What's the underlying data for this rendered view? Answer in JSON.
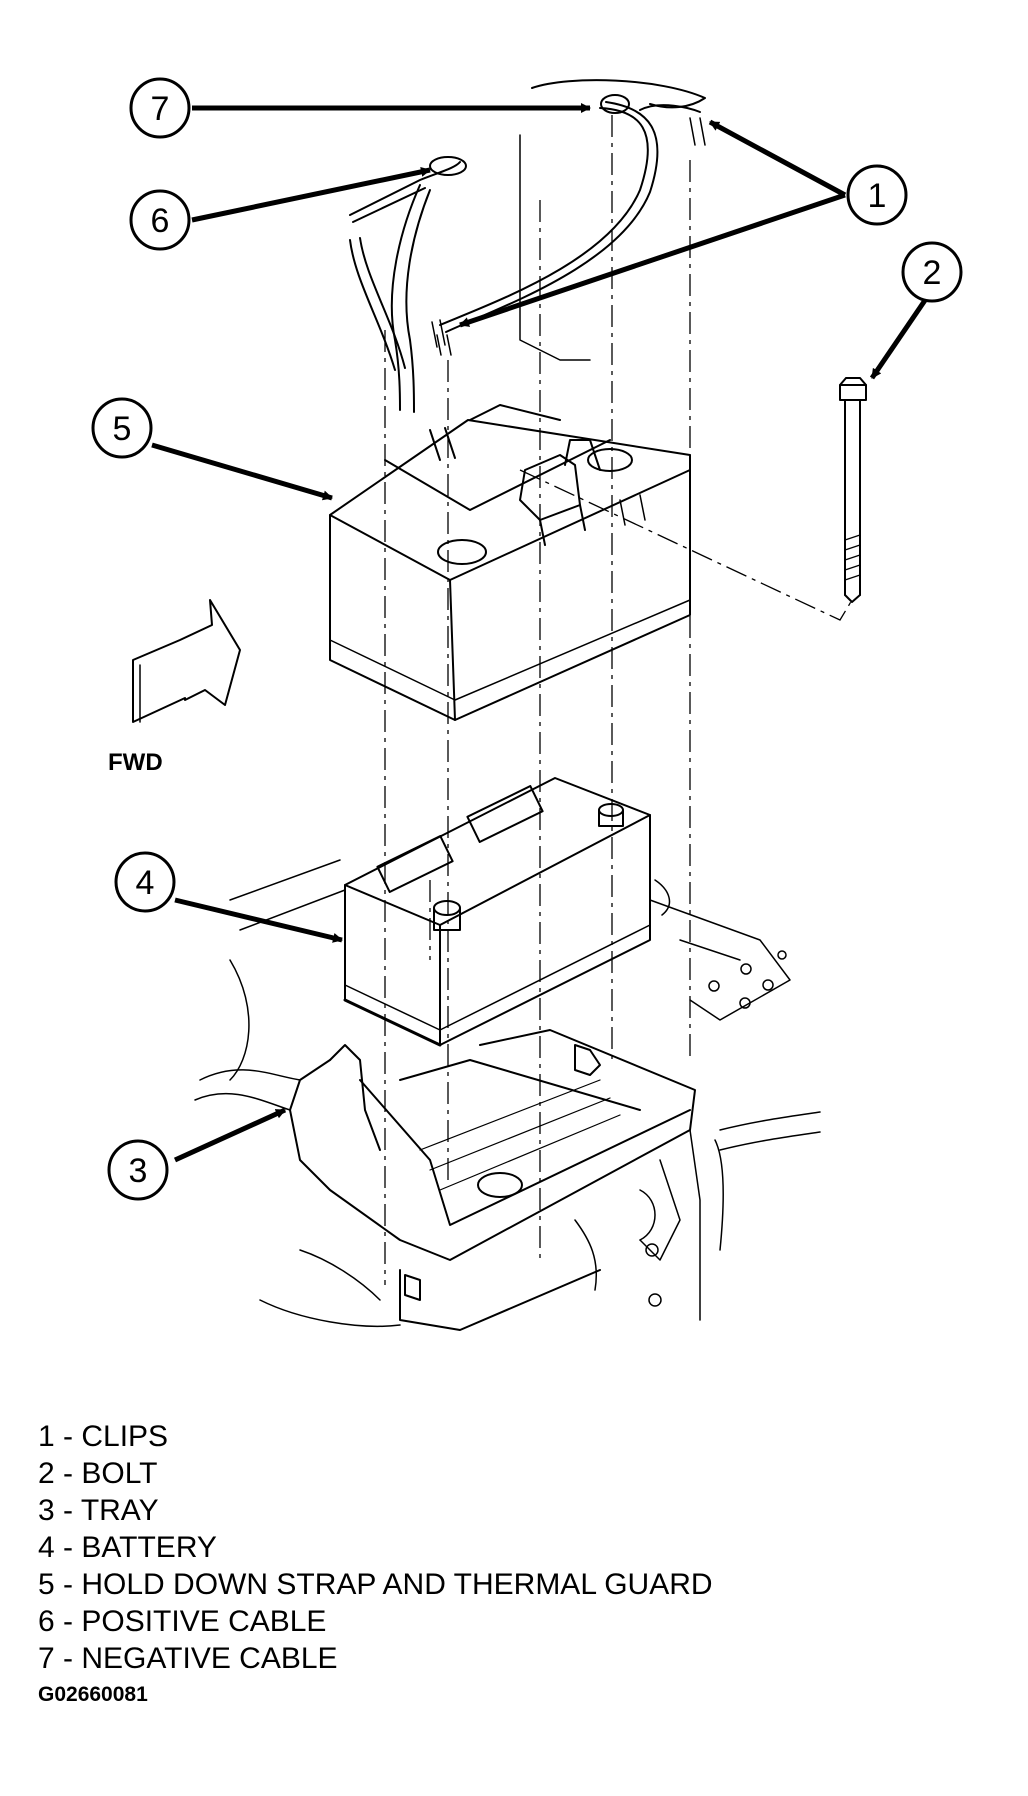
{
  "callouts": [
    "1",
    "2",
    "3",
    "4",
    "5",
    "6",
    "7"
  ],
  "fwd_label": "FWD",
  "legend": [
    {
      "num": "1",
      "text": "CLIPS"
    },
    {
      "num": "2",
      "text": "BOLT"
    },
    {
      "num": "3",
      "text": "TRAY"
    },
    {
      "num": "4",
      "text": "BATTERY"
    },
    {
      "num": "5",
      "text": "HOLD DOWN STRAP AND THERMAL GUARD"
    },
    {
      "num": "6",
      "text": "POSITIVE CABLE"
    },
    {
      "num": "7",
      "text": "NEGATIVE CABLE"
    }
  ],
  "legend_separator": " - ",
  "figure_id": "G02660081"
}
